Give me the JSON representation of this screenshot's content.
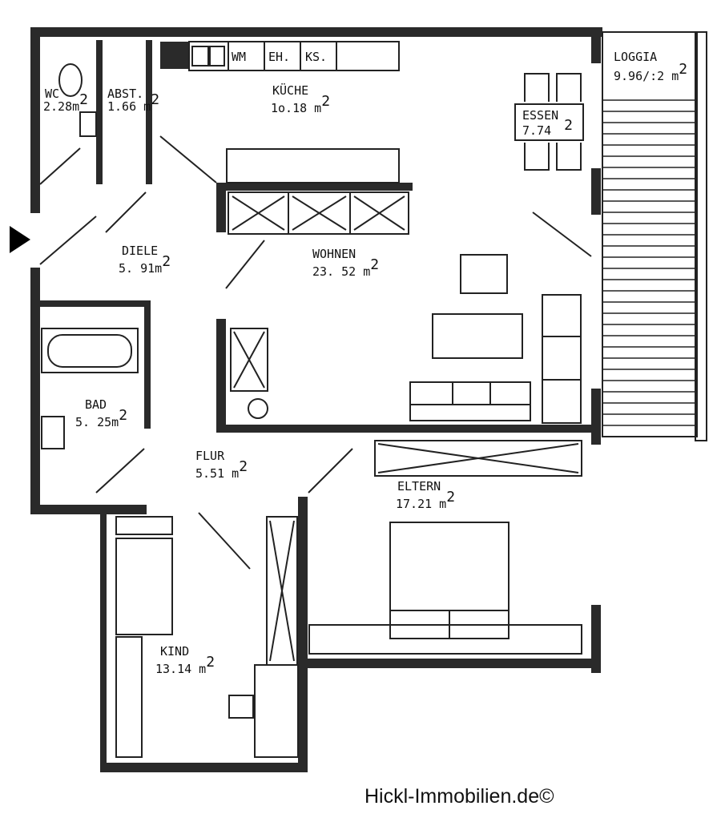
{
  "rooms": {
    "wc": {
      "name": "WC",
      "area": "2.28m",
      "sup": "2"
    },
    "abst": {
      "name": "ABST.",
      "area": "1.66 m",
      "sup": "2"
    },
    "kueche": {
      "name": "KÜCHE",
      "area": "1o.18 m",
      "sup": "2"
    },
    "essen": {
      "name": "ESSEN",
      "area": "7.74",
      "sup": "2"
    },
    "loggia": {
      "name": "LOGGIA",
      "area": "9.96/:2 m",
      "sup": "2"
    },
    "diele": {
      "name": "DIELE",
      "area": "5. 91m",
      "sup": "2"
    },
    "wohnen": {
      "name": "WOHNEN",
      "area": "23. 52 m",
      "sup": "2"
    },
    "bad": {
      "name": "BAD",
      "area": "5. 25m",
      "sup": "2"
    },
    "flur": {
      "name": "FLUR",
      "area": "5.51 m",
      "sup": "2"
    },
    "eltern": {
      "name": "ELTERN",
      "area": "17.21 m",
      "sup": "2"
    },
    "kind": {
      "name": "KIND",
      "area": "13.14 m",
      "sup": "2"
    }
  },
  "kitchen_appliances": {
    "wm": "WM",
    "eh": "EH.",
    "ks": "KS."
  },
  "watermark": "Hickl-Immobilien.de©"
}
